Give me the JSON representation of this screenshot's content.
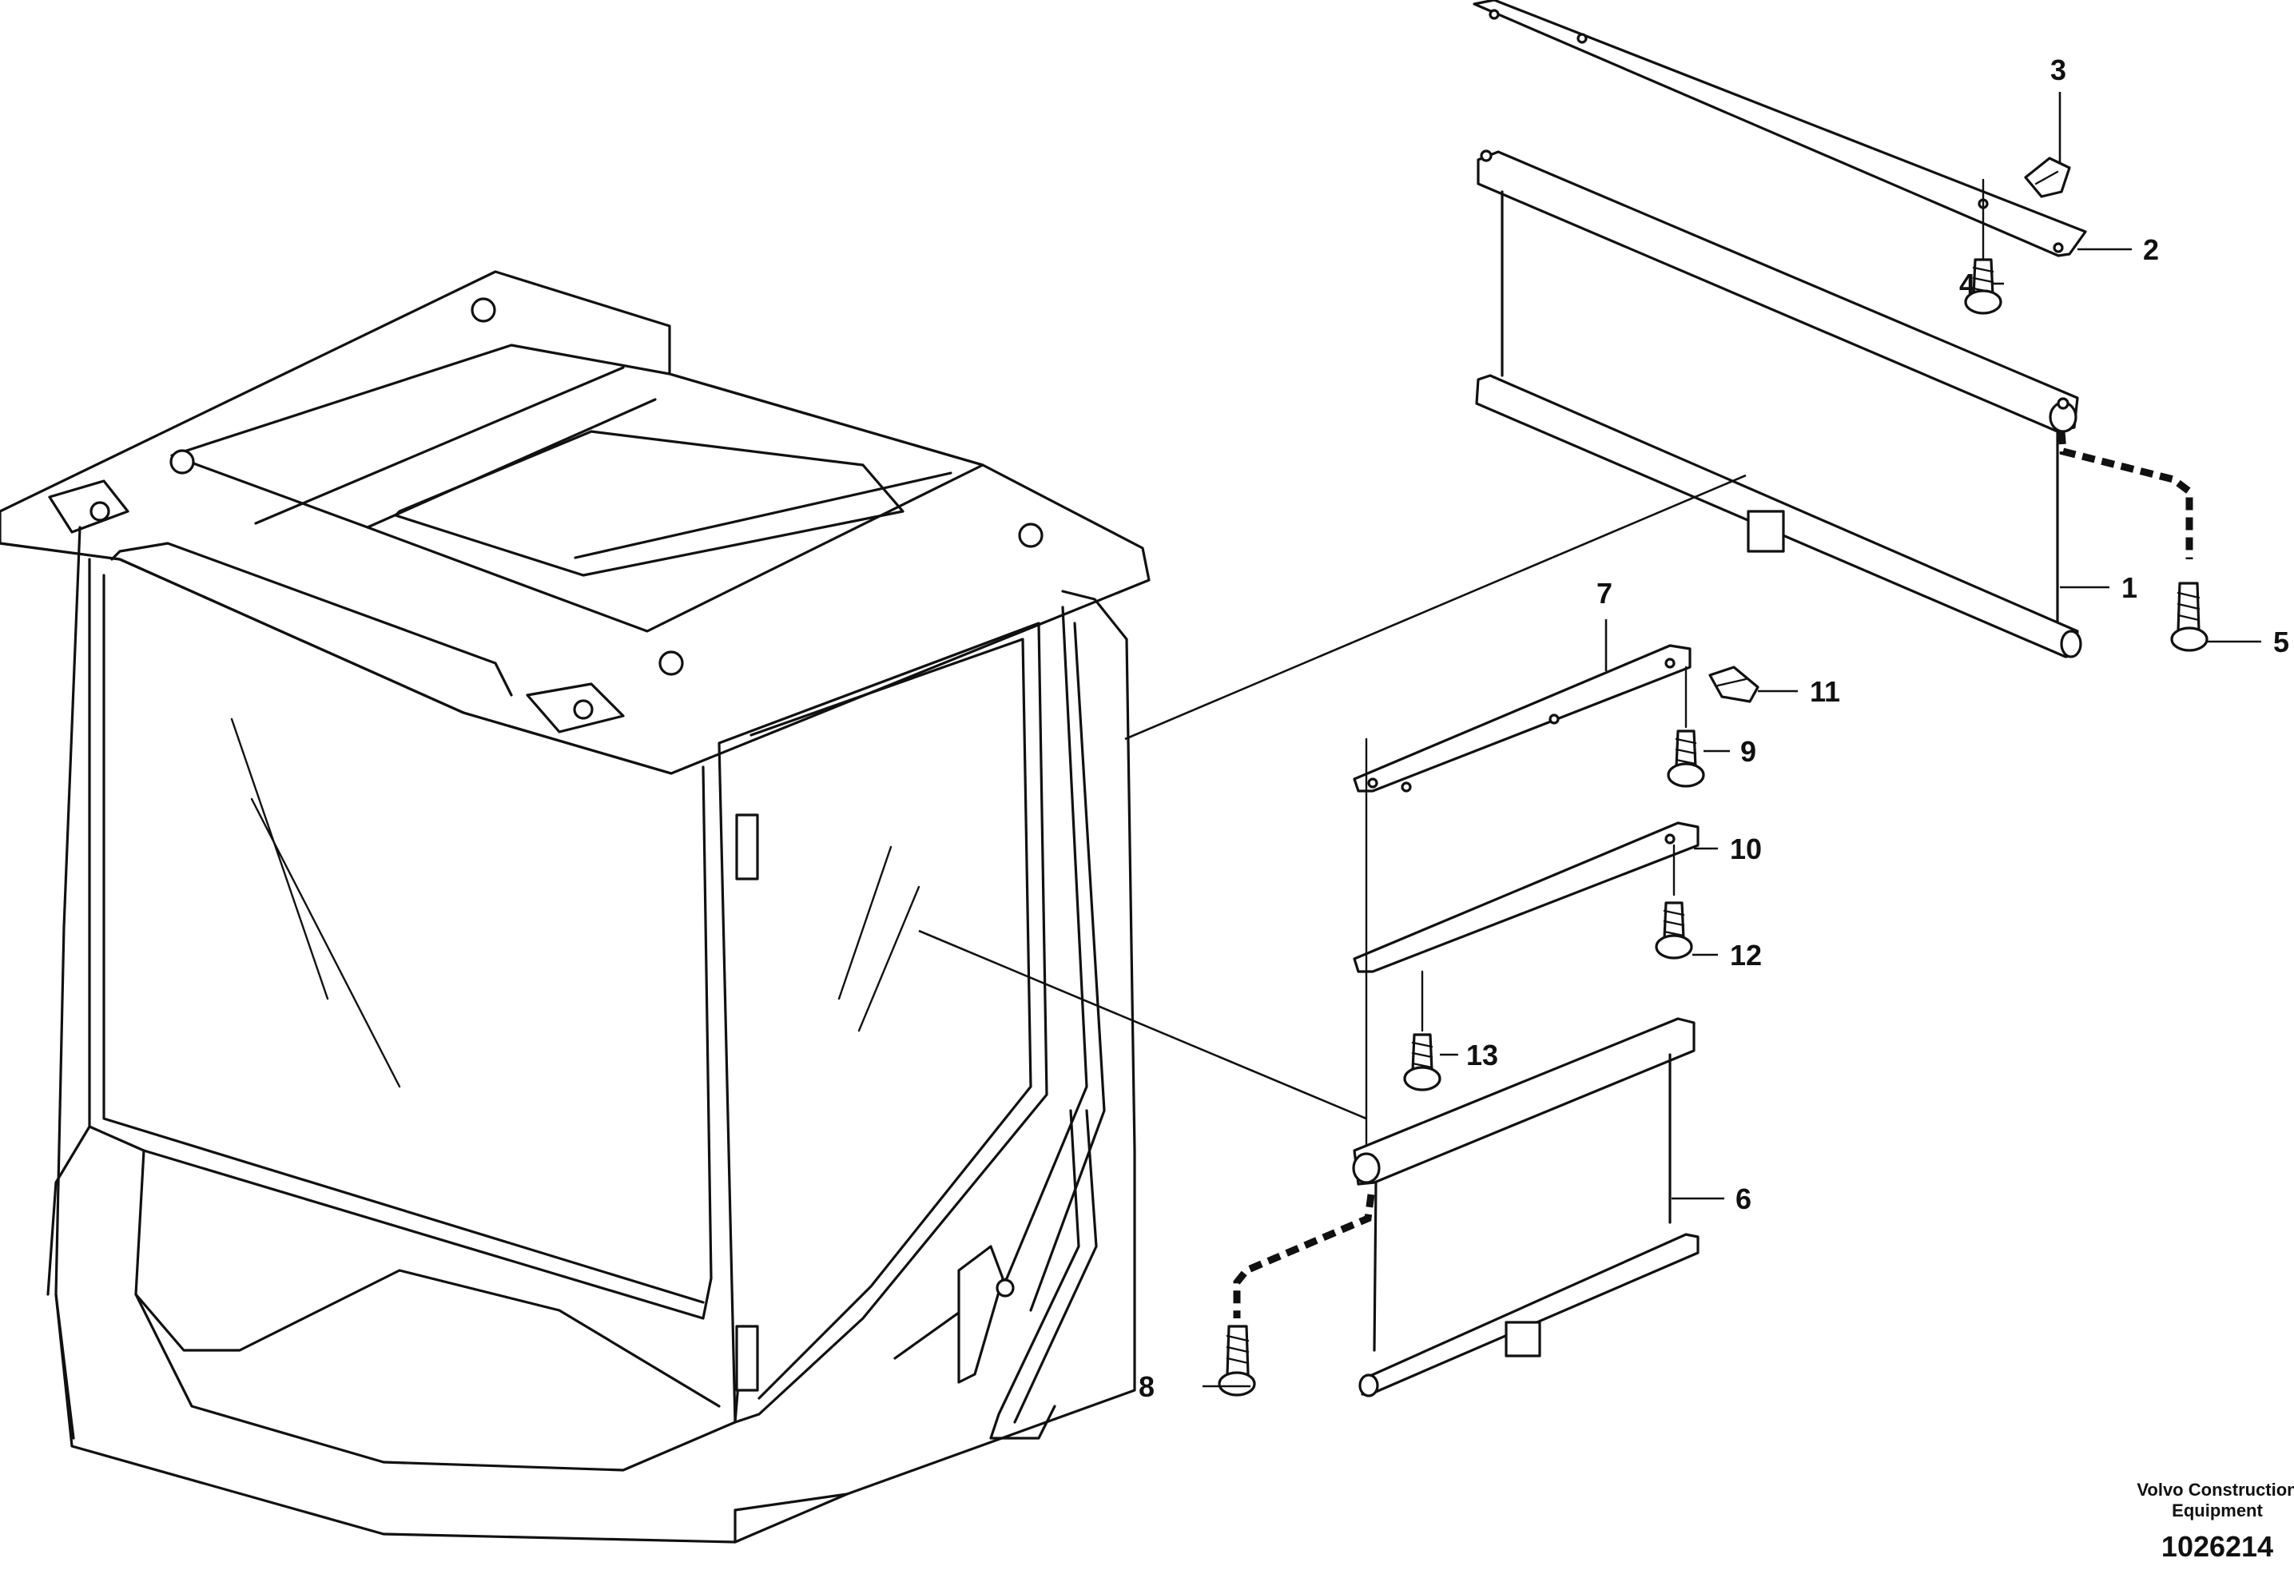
{
  "callouts": [
    {
      "id": "1",
      "label": "1"
    },
    {
      "id": "2",
      "label": "2"
    },
    {
      "id": "3",
      "label": "3"
    },
    {
      "id": "4",
      "label": "4"
    },
    {
      "id": "5",
      "label": "5"
    },
    {
      "id": "6",
      "label": "6"
    },
    {
      "id": "7",
      "label": "7"
    },
    {
      "id": "8",
      "label": "8"
    },
    {
      "id": "9",
      "label": "9"
    },
    {
      "id": "10",
      "label": "10"
    },
    {
      "id": "11",
      "label": "11"
    },
    {
      "id": "12",
      "label": "12"
    },
    {
      "id": "13",
      "label": "13"
    }
  ],
  "footer": {
    "brand_line1": "Volvo Construction",
    "brand_line2": "Equipment",
    "drawing_number": "1026214"
  }
}
